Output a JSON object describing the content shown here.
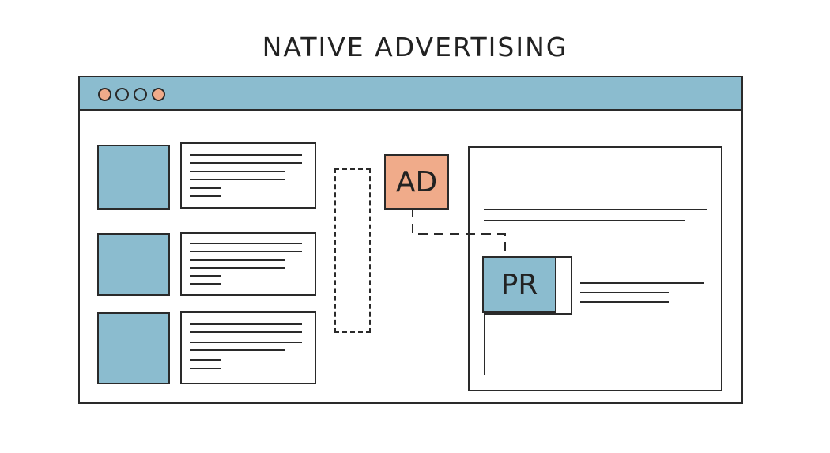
{
  "title": "NATIVE ADVERTISING",
  "colors": {
    "blue": "#8bbccf",
    "orange": "#f0ab8a",
    "stroke": "#2a2a2a"
  },
  "window": {
    "dots": [
      "orange",
      "empty",
      "empty",
      "orange"
    ]
  },
  "ad_label": "AD",
  "pr_label": "PR"
}
